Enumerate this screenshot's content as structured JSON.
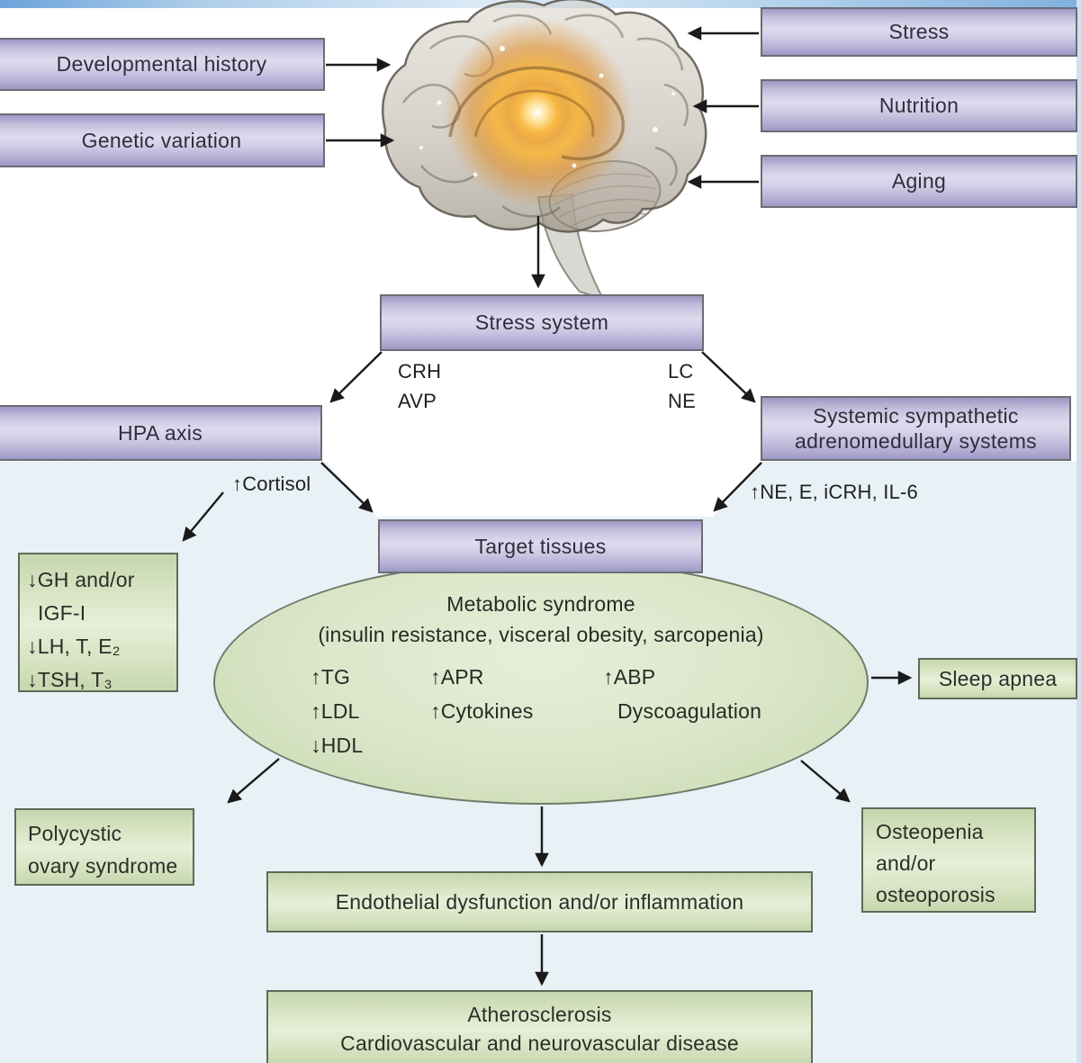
{
  "colors": {
    "canvas_lower_bg": "#e8f1f6",
    "lavender_box": "#c6c2de",
    "green_box": "#d9e5c5",
    "top_strip_blue": "#6ba3db",
    "glow_orange": "#f5a623",
    "arrow_black": "#1a1a1a"
  },
  "inputs": {
    "left": [
      {
        "label": "Developmental history"
      },
      {
        "label": "Genetic variation"
      }
    ],
    "right": [
      {
        "label": "Stress"
      },
      {
        "label": "Nutrition"
      },
      {
        "label": "Aging"
      }
    ]
  },
  "stress_system": {
    "label": "Stress system"
  },
  "mediators": {
    "crh": "CRH",
    "avp": "AVP",
    "lc": "LC",
    "ne": "NE"
  },
  "hpa": {
    "label": "HPA axis",
    "output": "↑Cortisol"
  },
  "sympathetic": {
    "label_line1": "Systemic sympathetic",
    "label_line2": "adrenomedullary systems",
    "output": "↑NE, E, iCRH, IL-6"
  },
  "target_tissues": {
    "label": "Target tissues"
  },
  "hormone_deficits": {
    "lines": [
      "↓GH and/or",
      "IGF-I",
      "↓LH, T, E₂",
      "↓TSH, T₃"
    ]
  },
  "metabolic": {
    "title": "Metabolic syndrome",
    "subtitle": "(insulin resistance, visceral obesity, sarcopenia)",
    "col1": [
      "↑TG",
      "↑LDL",
      "↓HDL"
    ],
    "col2": [
      "↑APR",
      "↑Cytokines"
    ],
    "col3": [
      "↑ABP",
      "Dyscoagulation"
    ]
  },
  "outcomes": {
    "sleep_apnea": "Sleep apnea",
    "pcos_line1": "Polycystic",
    "pcos_line2": "ovary syndrome",
    "osteo_lines": [
      "Osteopenia",
      "and/or",
      "osteoporosis"
    ],
    "endothelial": "Endothelial dysfunction and/or inflammation",
    "athero_line1": "Atherosclerosis",
    "athero_line2": "Cardiovascular and neurovascular disease"
  }
}
